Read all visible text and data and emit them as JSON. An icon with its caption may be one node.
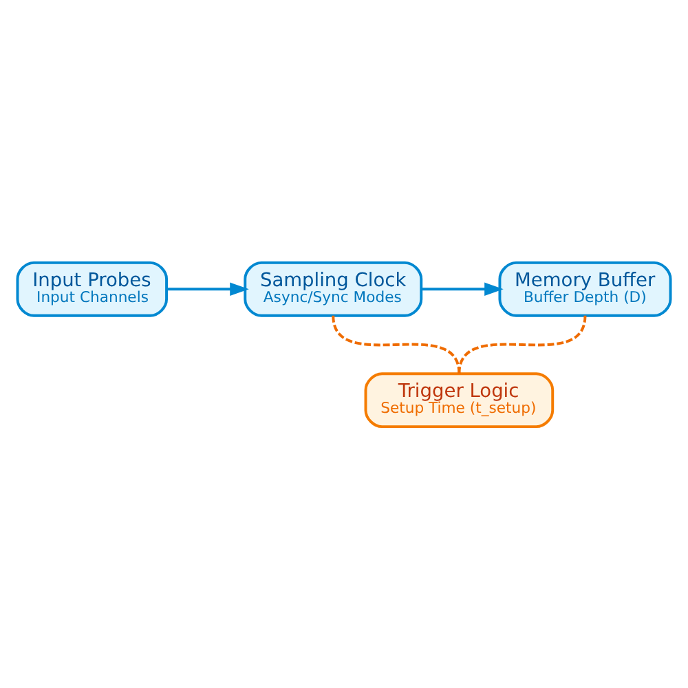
{
  "diagram": {
    "nodes": [
      {
        "text": [
          "Input Probes",
          "Input Channels"
        ]
      },
      {
        "text": [
          "Sampling Clock",
          "Async/Sync Modes"
        ]
      },
      {
        "text": [
          "Memory Buffer",
          "Buffer Depth (D)"
        ]
      },
      {
        "text": [
          "Trigger Logic",
          "Setup Time (t_setup)"
        ]
      }
    ],
    "edges": [
      {
        "from": 0,
        "to": 1,
        "arrow": "to"
      },
      {
        "from": 1,
        "to": 2,
        "arrow": "to"
      },
      {
        "from": 1,
        "to": 3,
        "arrow": "none",
        "style": "dashed",
        "color": "#ef6c00"
      },
      {
        "from": 2,
        "to": 3,
        "arrow": "none",
        "style": "dashed",
        "color": "#ef6c00"
      }
    ]
  }
}
